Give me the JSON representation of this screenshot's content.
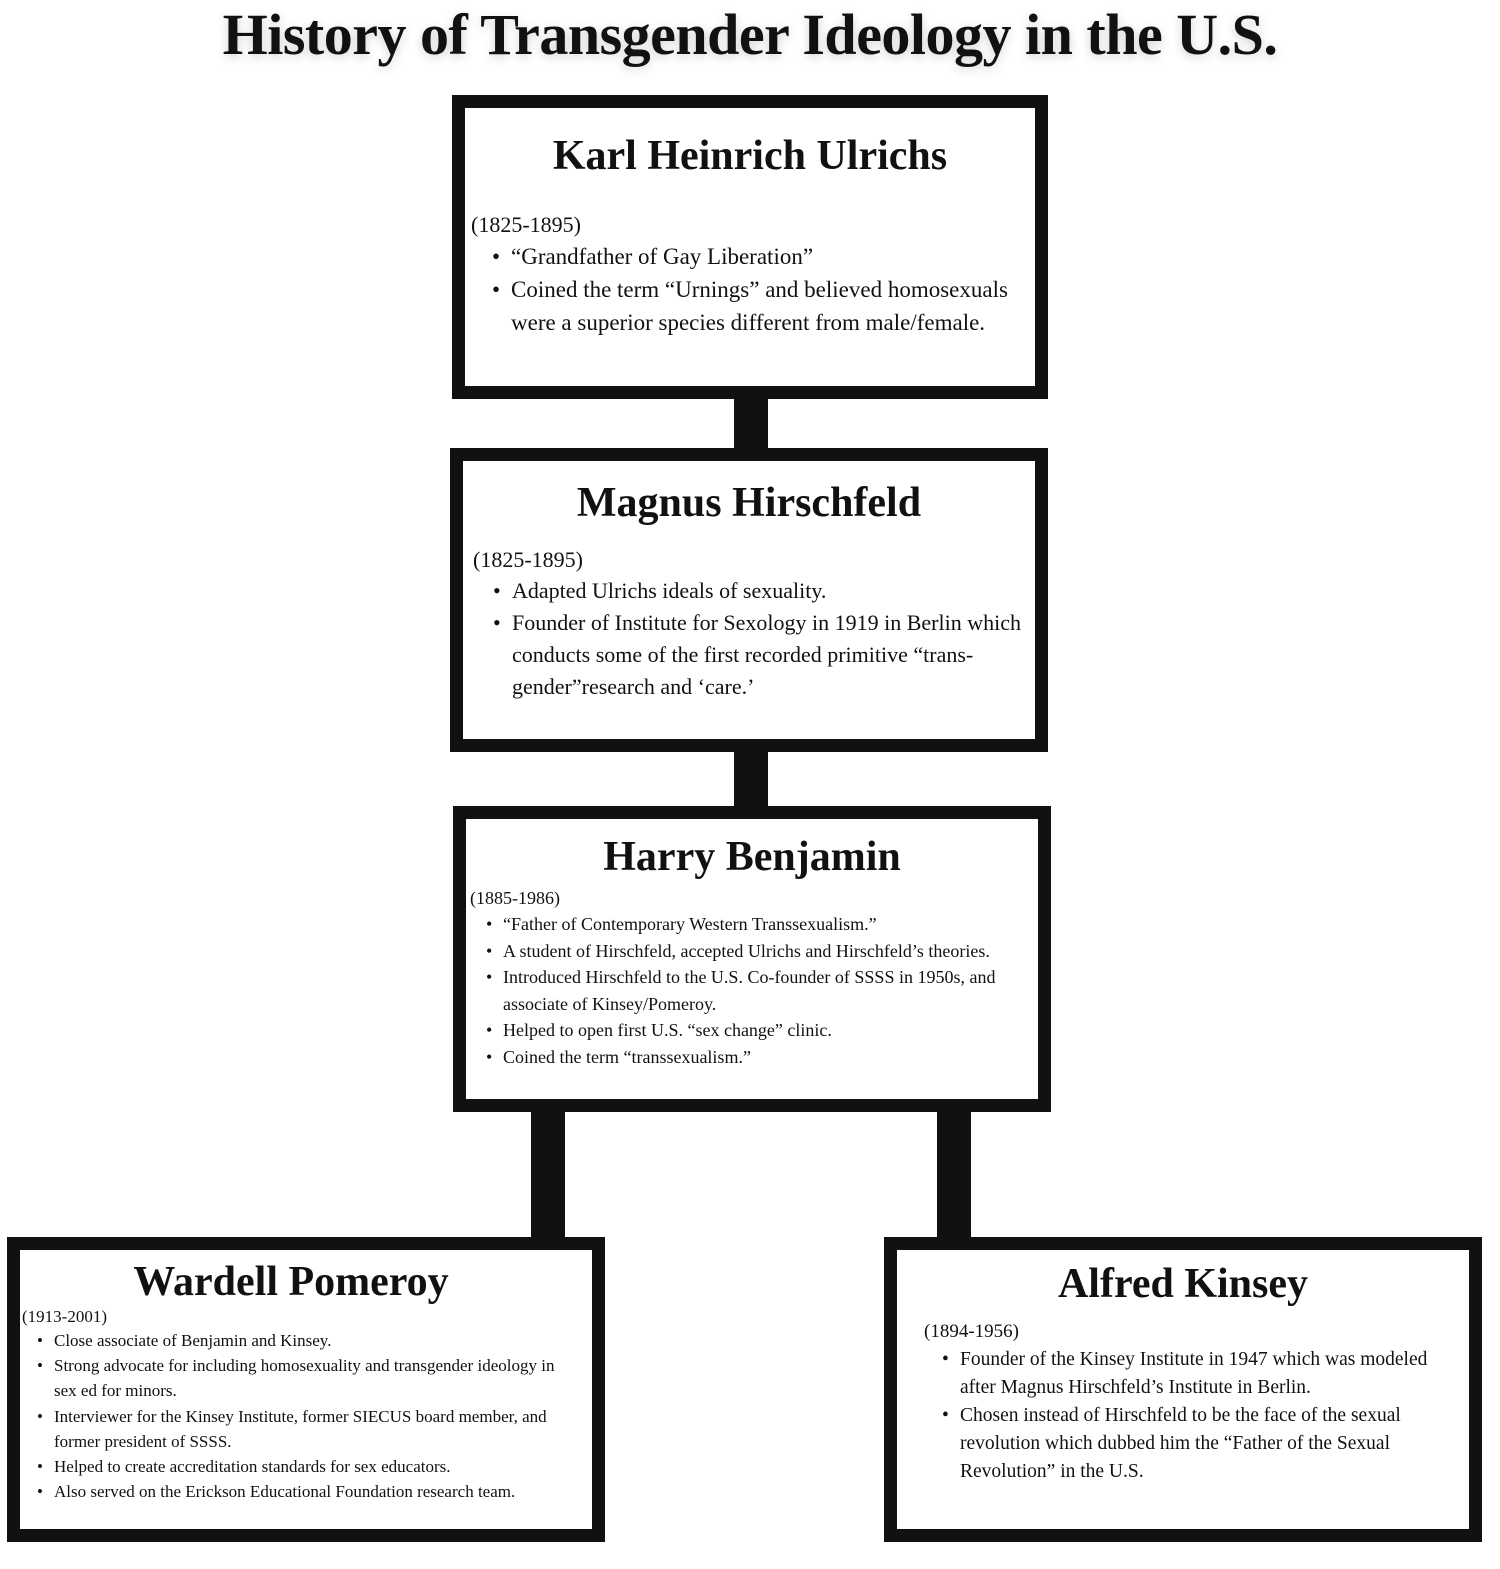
{
  "title": "History of Transgender Ideology in the U.S.",
  "nodes": {
    "ulrichs": {
      "name": "Karl Heinrich Ulrichs",
      "years": "(1825-1895)",
      "bullets": [
        "“Grandfather of Gay Liberation”",
        "Coined the term “Urnings” and believed homosexuals were a superior species different from male/female."
      ]
    },
    "hirschfeld": {
      "name": "Magnus Hirschfeld",
      "years": "(1825-1895)",
      "bullets": [
        "Adapted Ulrichs ideals of sexuality.",
        "Founder of Institute for Sexology in 1919 in Berlin which conducts some of the first recorded primitive “trans-gender”research and ‘care.’"
      ]
    },
    "benjamin": {
      "name": "Harry Benjamin",
      "years": "(1885-1986)",
      "bullets": [
        "“Father of Contemporary Western Transsexualism.”",
        "A student of Hirschfeld, accepted Ulrichs and Hirschfeld’s theories.",
        "Introduced Hirschfeld to the U.S. Co-founder of SSSS in 1950s, and associate of Kinsey/Pomeroy.",
        "Helped to open first U.S. “sex change” clinic.",
        "Coined the term “transsexualism.”"
      ]
    },
    "pomeroy": {
      "name": "Wardell Pomeroy",
      "years": "(1913-2001)",
      "bullets": [
        "Close associate of Benjamin and Kinsey.",
        "Strong advocate for including homosexuality and transgender ideology in sex ed for minors.",
        "Interviewer for the Kinsey Institute, former SIECUS board member, and former president of SSSS.",
        "Helped to create accreditation standards for sex educators.",
        "Also served on the Erickson Educational Foundation research team."
      ]
    },
    "kinsey": {
      "name": "Alfred Kinsey",
      "years": "(1894-1956)",
      "bullets": [
        "Founder of the Kinsey Institute in 1947 which was modeled after Magnus Hirschfeld’s Institute in Berlin.",
        "Chosen instead of Hirschfeld to be the face of the sexual revolution which dubbed him the “Father of the Sexual Revolution” in the U.S."
      ]
    }
  },
  "colors": {
    "border": "#111111",
    "background": "#ffffff",
    "text": "#111111"
  }
}
